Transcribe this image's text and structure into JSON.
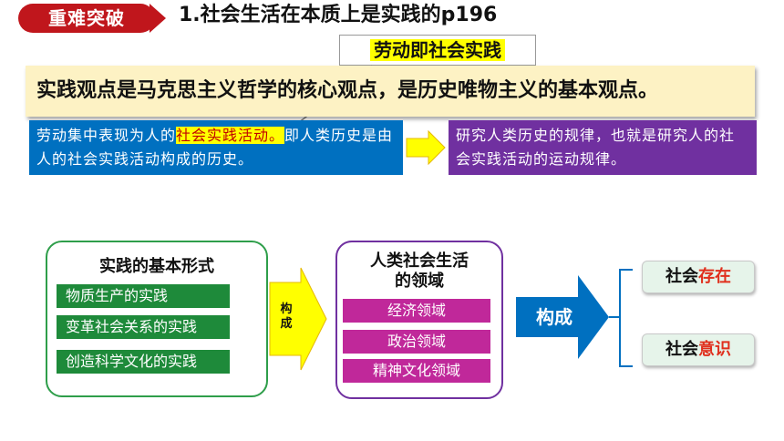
{
  "header": {
    "tag": "重难突破",
    "title": "1.社会生活在本质上是实践的p196"
  },
  "labor_box": "劳动即社会实践",
  "view_box": "实践观点是马克思主义哲学的核心观点，是历史唯物主义的基本观点。",
  "blue_box": {
    "prefix": "劳动集中表现为人的",
    "highlight": "社会实践活动。",
    "suffix": "即人类历史是由人的社会实践活动构成的历史。"
  },
  "purple_box": "研究人类历史的规律，也就是研究人的社会实践活动的运动规律。",
  "practice": {
    "title": "实践的基本形式",
    "items": [
      "物质生产的实践",
      "变革社会关系的实践",
      "创造科学文化的实践"
    ]
  },
  "yellow_arrow_label": "构成",
  "social_life": {
    "title_line1": "人类社会生活",
    "title_line2": "的领域",
    "items": [
      "经济领域",
      "政治领域",
      "精神文化领域"
    ]
  },
  "blue_arrow_label": "构成",
  "outputs": {
    "existence_prefix": "社会",
    "existence_red": "存在",
    "consciousness_prefix": "社会",
    "consciousness_red": "意识"
  },
  "colors": {
    "tag_red": "#c0161c",
    "blue_box": "#0070c0",
    "purple_box": "#7030a0",
    "green_item": "#1e8a3a",
    "pink_item": "#c0289a",
    "yellow_arrow": "#ffff00",
    "accent_red": "#e0301e"
  }
}
